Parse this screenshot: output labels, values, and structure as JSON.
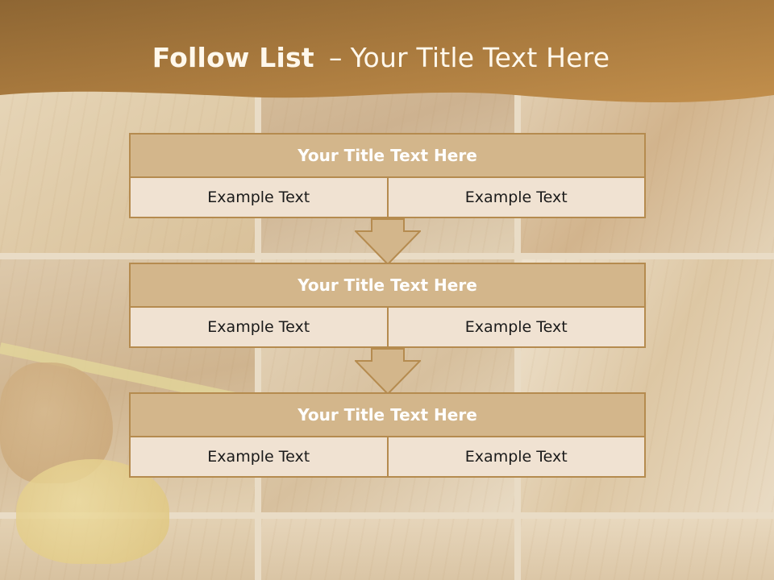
{
  "slide": {
    "title_bold": "Follow List",
    "title_dash": "–",
    "title_rest": "Your Title Text Here"
  },
  "blocks": [
    {
      "title": "Your Title Text Here",
      "left": "Example Text",
      "right": "Example Text"
    },
    {
      "title": "Your Title Text Here",
      "left": "Example Text",
      "right": "Example Text"
    },
    {
      "title": "Your Title Text Here",
      "left": "Example Text",
      "right": "Example Text"
    }
  ],
  "colors": {
    "header": "#a97a3e",
    "block_title_fill": "#d3b68b",
    "block_border": "#b58b4f",
    "cell_fill": "#f0e2d2"
  }
}
